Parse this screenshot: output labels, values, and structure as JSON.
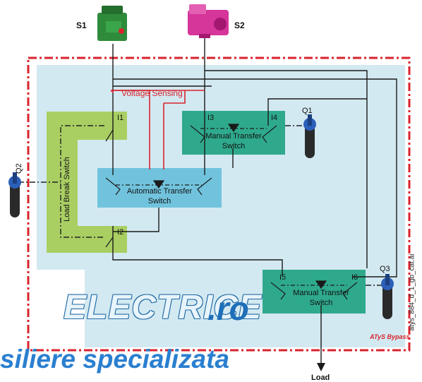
{
  "sources": {
    "s1": "S1",
    "s2": "S2"
  },
  "voltage_sensing": "Voltage Sensing",
  "load_break_switch": "Load Break Switch",
  "automatic_transfer_switch": {
    "line1": "Automatic Transfer",
    "line2": "Switch"
  },
  "manual_transfer_switch_top": {
    "line1": "Manual Transfer",
    "line2": "Switch"
  },
  "manual_transfer_switch_bottom": {
    "line1": "Manual Transfer",
    "line2": "Switch"
  },
  "terminals": {
    "i1": "I1",
    "i2": "I2",
    "i3": "I3",
    "i4": "I4",
    "i5": "I5",
    "i6": "I6"
  },
  "handles": {
    "q1": "Q1",
    "q2": "Q2",
    "q3": "Q3"
  },
  "bypass_label": "ATyS Bypass",
  "load": "Load",
  "side_note": "atys_884_d_1_gb_cat.ai",
  "watermark": {
    "brand": "ELECTRICE",
    "domain": ".ro",
    "tagline": "siliere specializata"
  },
  "colors": {
    "frame_red": "#d9232d",
    "panel_blue": "#d3e9f1",
    "green_lbs": "#a9cf63",
    "cyan_ats": "#71c3dd",
    "teal_mts": "#2fa98c",
    "src1_green": "#2e8b3a",
    "src2_magenta": "#d6359a",
    "handle_blue": "#2b5fb8"
  }
}
